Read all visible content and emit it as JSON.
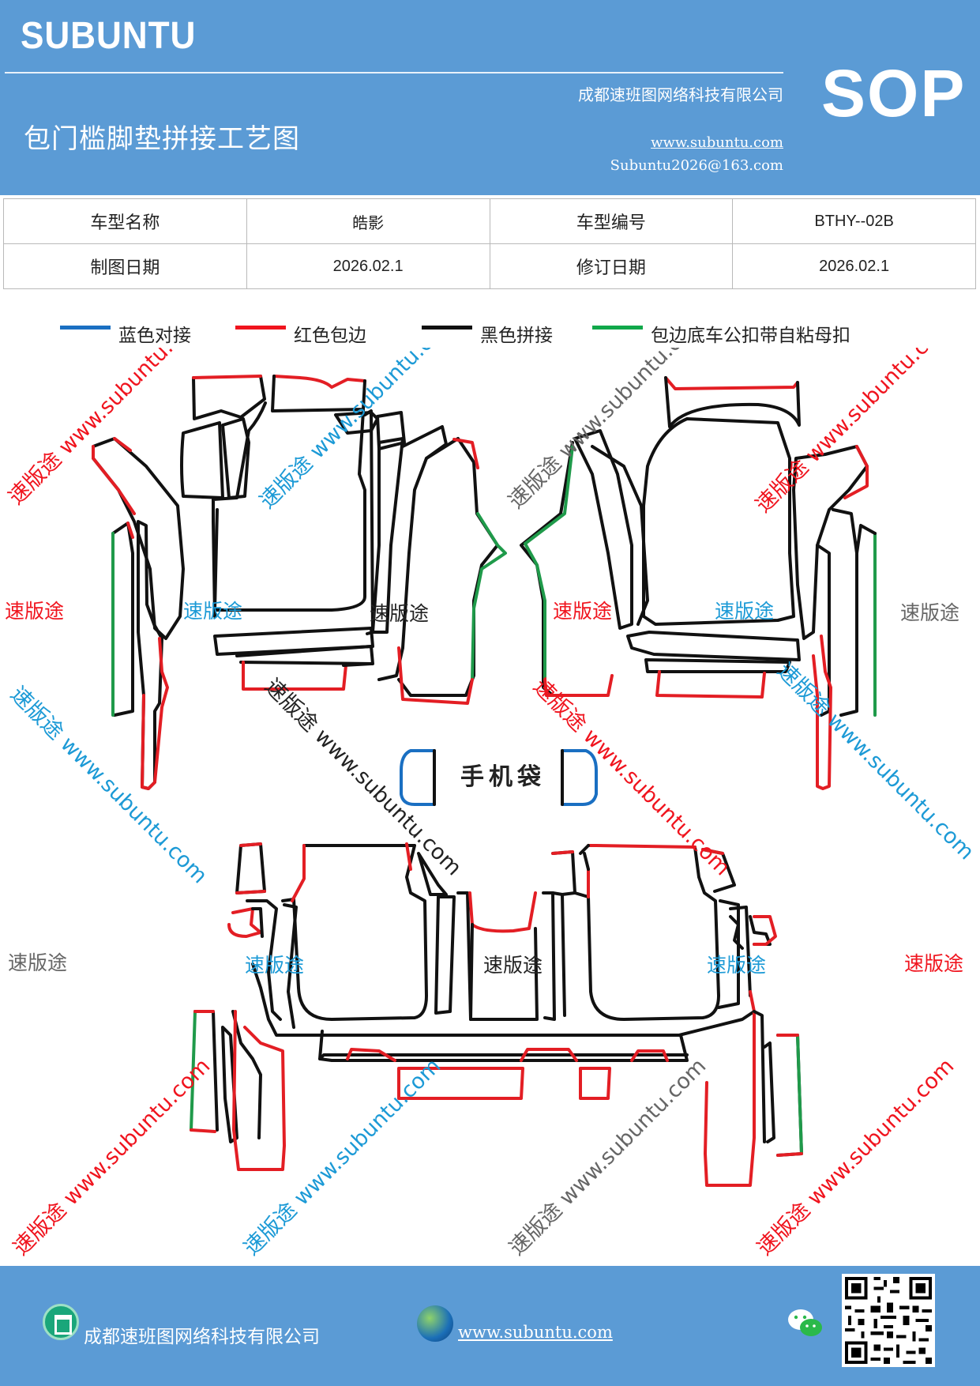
{
  "header": {
    "brand": "SUBUNTU",
    "badge": "SOP",
    "company": "成都速班图网络科技有限公司",
    "title": "包门槛脚垫拼接工艺图",
    "website": "www.subuntu.com",
    "email": "Subuntu2026@163.com"
  },
  "info_table": {
    "model_name_label": "车型名称",
    "model_name_value": "皓影",
    "model_code_label": "车型编号",
    "model_code_value": "BTHY--02B",
    "draw_date_label": "制图日期",
    "draw_date_value": "2026.02.1",
    "revise_date_label": "修订日期",
    "revise_date_value": "2026.02.1"
  },
  "legend": [
    {
      "label": "蓝色对接",
      "color": "#1a6fc2"
    },
    {
      "label": "红色包边",
      "color": "#f0141e"
    },
    {
      "label": "黑色拼接",
      "color": "#111111"
    },
    {
      "label": "包边底车公扣带自粘母扣",
      "color": "#11a84a"
    }
  ],
  "drawing": {
    "phone_pocket_label": "手机袋",
    "watermark_cn": "速版途",
    "watermark_diag": "速版途 www.subuntu.com",
    "colors": {
      "blue": "#1a6fc2",
      "red": "#e31e24",
      "black": "#111111",
      "green": "#1f9a4a",
      "wm_red": "#f0141e",
      "wm_blue": "#1c9ad6",
      "wm_gray": "#666666",
      "wm_black": "#222222"
    }
  },
  "footer": {
    "company": "成都速班图网络科技有限公司",
    "website": "www.subuntu.com",
    "home_icon": "home-icon",
    "globe_icon": "globe-icon",
    "wechat_icon": "wechat-icon"
  }
}
